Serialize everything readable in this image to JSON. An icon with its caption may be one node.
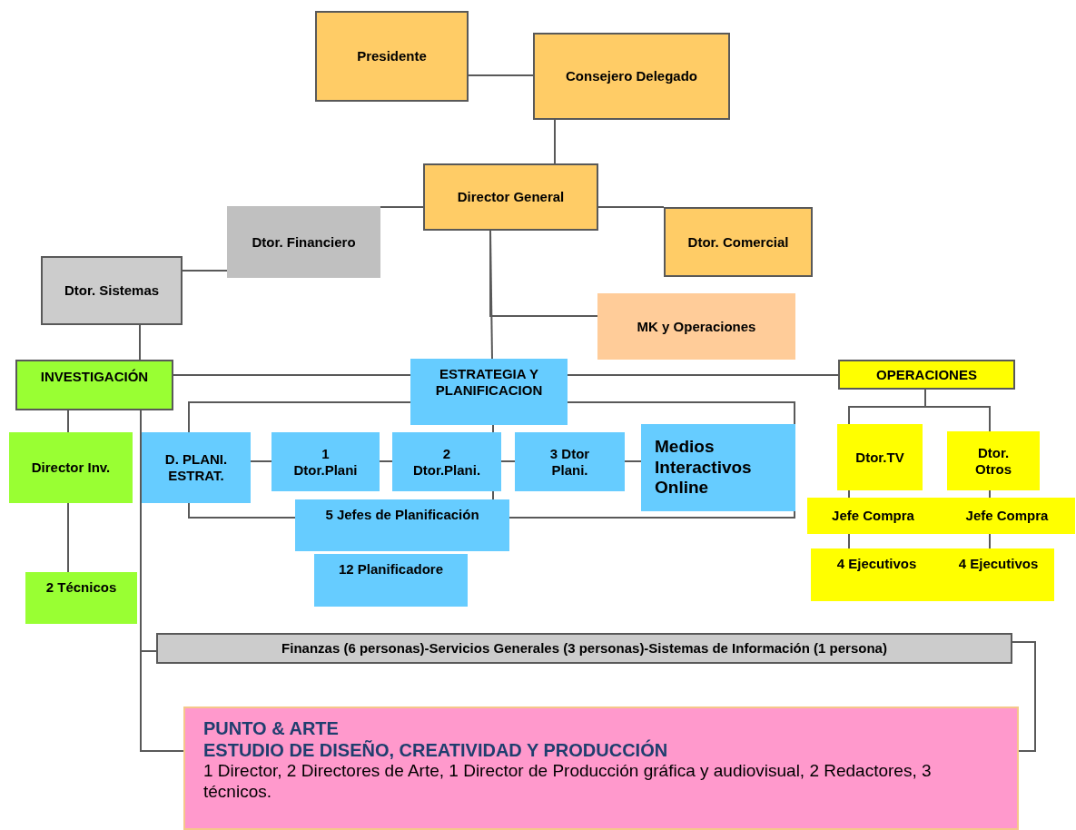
{
  "diagram": {
    "nodes": [
      {
        "text": [
          "Presidente"
        ]
      },
      {
        "text": [
          "Consejero Delegado"
        ]
      },
      {
        "text": [
          "Director General"
        ]
      },
      {
        "text": [
          "Dtor. Financiero"
        ]
      },
      {
        "text": [
          "Dtor. Comercial"
        ]
      },
      {
        "text": [
          "Dtor. Sistemas"
        ]
      },
      {
        "text": [
          "MK y Operaciones"
        ]
      },
      {
        "text": [
          "INVESTIGACIÓN"
        ]
      },
      {
        "text": [
          "ESTRATEGIA Y PLANIFICACION"
        ]
      },
      {
        "text": [
          "OPERACIONES"
        ]
      },
      {
        "text": [
          "Director Inv."
        ]
      },
      {
        "text": [
          "D. PLANI. ESTRAT."
        ]
      },
      {
        "text": [
          "1 Dtor.Plani"
        ]
      },
      {
        "text": [
          "2 Dtor.Plani."
        ]
      },
      {
        "text": [
          "3 Dtor Plani."
        ]
      },
      {
        "text": [
          "Medios Interactivos Online"
        ]
      },
      {
        "text": [
          "Dtor.TV"
        ]
      },
      {
        "text": [
          "Dtor. Otros"
        ]
      },
      {
        "text": [
          "5 Jefes de Planificación"
        ]
      },
      {
        "text": [
          "Jefe Compra"
        ]
      },
      {
        "text": [
          "Jefe Compra"
        ]
      },
      {
        "text": [
          "12 Planificadore"
        ]
      },
      {
        "text": [
          "4 Ejecutivos"
        ]
      },
      {
        "text": [
          "4 Ejecutivos"
        ]
      },
      {
        "text": [
          "2 Técnicos"
        ]
      },
      {
        "text": [
          "Finanzas (6 personas)-Servicios Generales (3 personas)-Sistemas de Información (1 persona)"
        ]
      },
      {
        "text": [
          "PUNTO & ARTE",
          "ESTUDIO DE DISEÑO, CREATIVIDAD Y PRODUCCIÓN",
          "1 Director, 2 Directores de Arte, 1 Director de Producción gráfica y audiovisual, 2 Redactores, 3 técnicos."
        ]
      }
    ],
    "edges": [
      {
        "from": 0,
        "to": 1,
        "arrow": "none"
      },
      {
        "from": 1,
        "to": 2,
        "arrow": "none"
      },
      {
        "from": 2,
        "to": 3,
        "arrow": "none"
      },
      {
        "from": 2,
        "to": 4,
        "arrow": "none"
      },
      {
        "from": 3,
        "to": 5,
        "arrow": "none"
      },
      {
        "from": 2,
        "to": 8,
        "arrow": "none"
      },
      {
        "from": 2,
        "to": 6,
        "arrow": "none"
      },
      {
        "from": 5,
        "to": 7,
        "arrow": "none"
      },
      {
        "from": 7,
        "to": 8,
        "arrow": "none"
      },
      {
        "from": 8,
        "to": 9,
        "arrow": "none"
      },
      {
        "from": 7,
        "to": 10,
        "arrow": "none"
      },
      {
        "from": 10,
        "to": 24,
        "arrow": "none"
      },
      {
        "from": 7,
        "to": 25,
        "arrow": "none"
      },
      {
        "from": 7,
        "to": 26,
        "arrow": "none"
      },
      {
        "from": 25,
        "to": 26,
        "arrow": "none"
      },
      {
        "from": 8,
        "to": 11,
        "arrow": "none"
      },
      {
        "from": 8,
        "to": 15,
        "arrow": "none"
      },
      {
        "from": 8,
        "to": 13,
        "arrow": "none"
      },
      {
        "from": 11,
        "to": 12,
        "arrow": "none"
      },
      {
        "from": 12,
        "to": 13,
        "arrow": "none"
      },
      {
        "from": 13,
        "to": 14,
        "arrow": "none"
      },
      {
        "from": 14,
        "to": 15,
        "arrow": "none"
      },
      {
        "from": 13,
        "to": 18,
        "arrow": "none"
      },
      {
        "from": 11,
        "to": 18,
        "arrow": "none"
      },
      {
        "from": 18,
        "to": 15,
        "arrow": "none"
      },
      {
        "from": 9,
        "to": 16,
        "arrow": "none"
      },
      {
        "from": 9,
        "to": 17,
        "arrow": "none"
      },
      {
        "from": 16,
        "to": 19,
        "arrow": "none"
      },
      {
        "from": 19,
        "to": 22,
        "arrow": "none"
      },
      {
        "from": 17,
        "to": 20,
        "arrow": "none"
      },
      {
        "from": 20,
        "to": 23,
        "arrow": "none"
      }
    ]
  }
}
